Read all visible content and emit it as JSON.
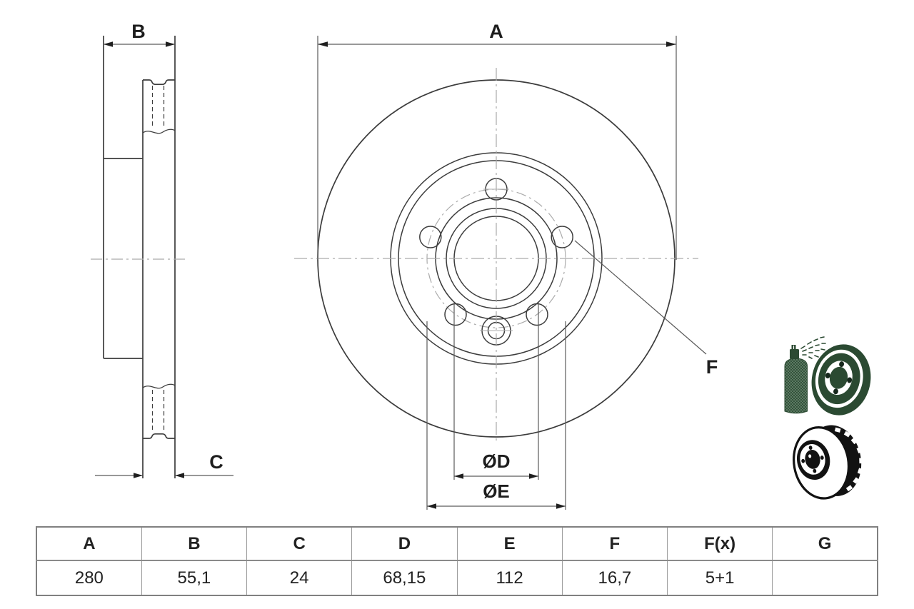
{
  "drawing": {
    "labels": {
      "a": "A",
      "b": "B",
      "c": "C",
      "d": "ØD",
      "e": "ØE",
      "f": "F"
    }
  },
  "table": {
    "columns": [
      "A",
      "B",
      "C",
      "D",
      "E",
      "F",
      "F(x)",
      "G"
    ],
    "values": [
      "280",
      "55,1",
      "24",
      "68,15",
      "112",
      "16,7",
      "5+1",
      ""
    ]
  },
  "icons": {
    "spray_disc": "spray-can-coating-disc-icon",
    "vented_disc": "vented-brake-disc-3d-icon"
  },
  "colors": {
    "line": "#3c3c3c",
    "dimension": "#5a5a5a",
    "centerline": "#ababab",
    "text": "#1d1d1d",
    "icon_green": "#2b4a32",
    "icon_black": "#121212",
    "background": "#ffffff"
  }
}
